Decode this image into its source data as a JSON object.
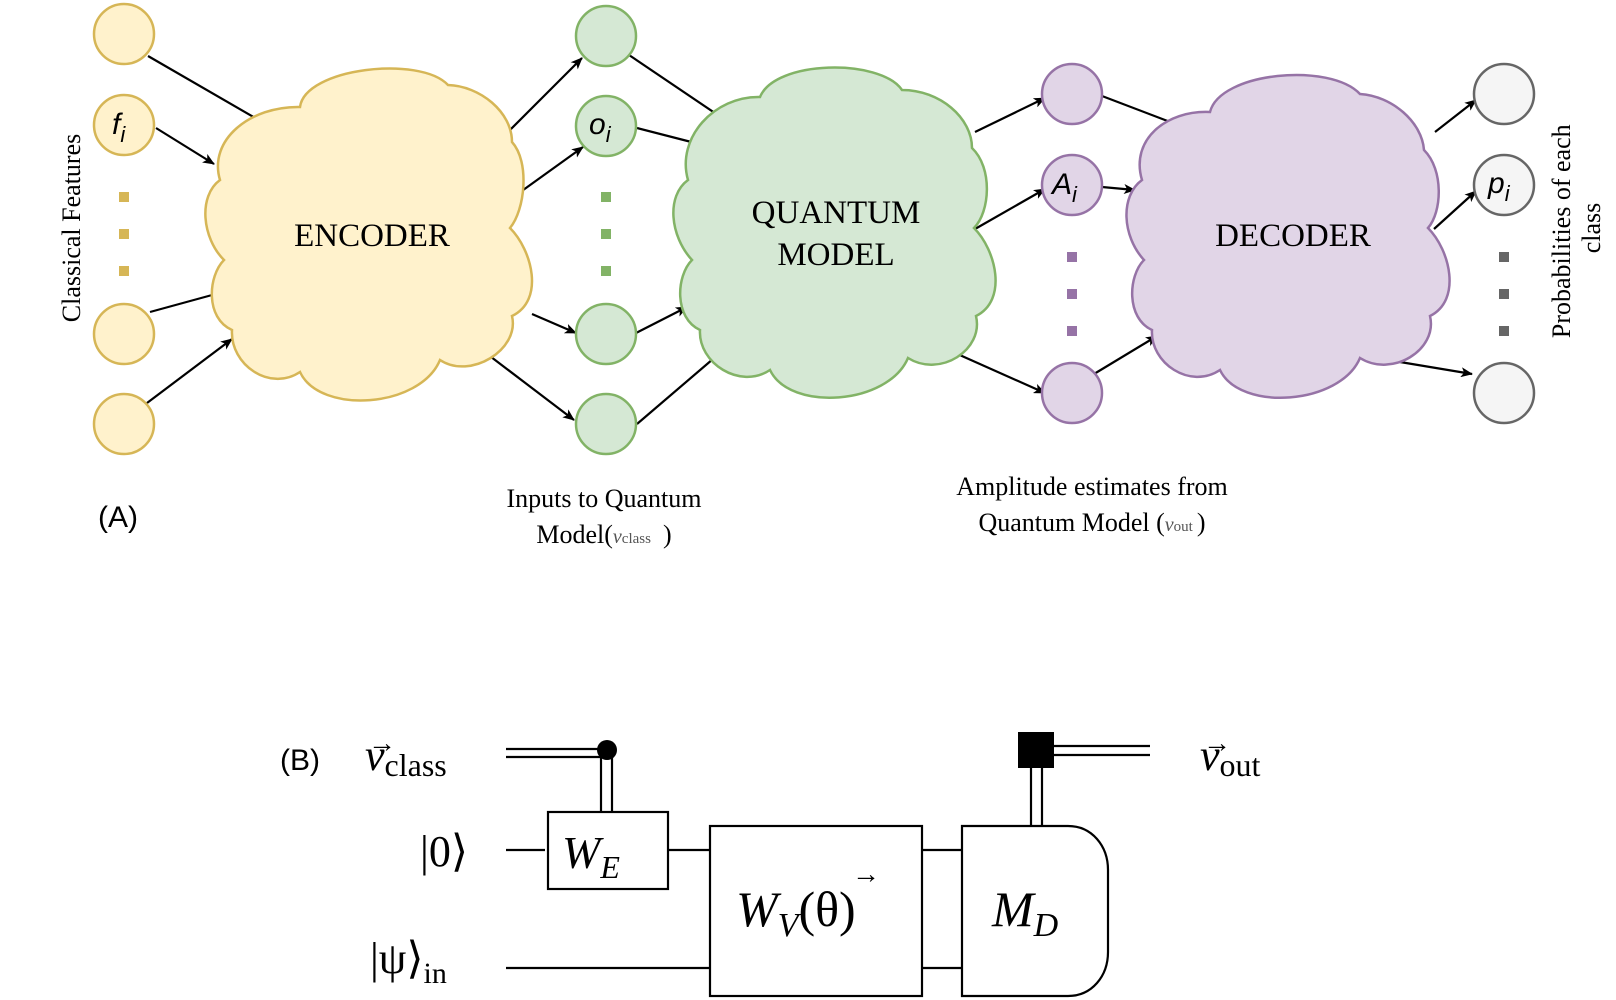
{
  "panel_a": {
    "label": "(A)",
    "left_axis_label": "Classical Features",
    "right_axis_label_line1": "Probabilities of each",
    "right_axis_label_line2": "class",
    "encoder_label": "ENCODER",
    "quantum_model_line1": "QUANTUM",
    "quantum_model_line2": "MODEL",
    "decoder_label": "DECODER",
    "feature_node_label": "f",
    "feature_node_sub": "i",
    "input_node_label": "o",
    "input_node_sub": "i",
    "amplitude_node_label": "A",
    "amplitude_node_sub": "i",
    "prob_node_label": "p",
    "prob_node_sub": "i",
    "inputs_caption_line1": "Inputs to Quantum",
    "inputs_caption_line2_prefix": "Model(",
    "inputs_caption_vec": "v",
    "inputs_caption_vec_sub": "class",
    "inputs_caption_line2_suffix": ")",
    "amps_caption_line1": "Amplitude estimates from",
    "amps_caption_line2_prefix": "Quantum Model (",
    "amps_caption_vec": "v",
    "amps_caption_vec_sub": "out",
    "amps_caption_line2_suffix": ")"
  },
  "panel_b": {
    "label": "(B)",
    "input_class_vec": "v",
    "input_class_sub": "class",
    "ket_zero": "|0⟩",
    "ket_psi": "|ψ⟩",
    "ket_psi_sub": "in",
    "encoder_gate": "W",
    "encoder_gate_sub": "E",
    "variational_gate": "W",
    "variational_gate_sub": "V",
    "variational_gate_arg": "(θ)",
    "decoder_gate": "M",
    "decoder_gate_sub": "D",
    "output_vec": "v",
    "output_sub": "out"
  },
  "colors": {
    "encoder_fill": "#fff2cc",
    "encoder_stroke": "#d6b656",
    "quantum_fill": "#d5e8d4",
    "quantum_stroke": "#82b366",
    "decoder_fill": "#e1d5e7",
    "decoder_stroke": "#9673a6",
    "prob_fill": "#f5f5f5",
    "prob_stroke": "#666666"
  }
}
